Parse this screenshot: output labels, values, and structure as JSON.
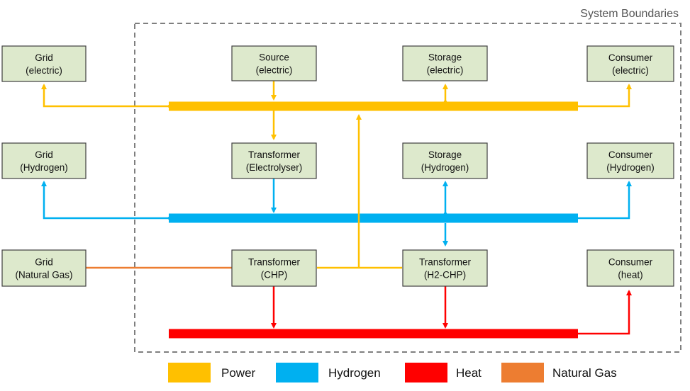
{
  "boundary": {
    "label": "System Boundaries"
  },
  "colors": {
    "power": "#ffc000",
    "hydrogen": "#00b0f0",
    "heat": "#ff0000",
    "natural_gas": "#ed7d31",
    "node_fill": "#dde9cc"
  },
  "nodes": {
    "grid_electric": [
      "Grid",
      "(electric)"
    ],
    "source_electric": [
      "Source",
      "(electric)"
    ],
    "storage_electric": [
      "Storage",
      "(electric)"
    ],
    "consumer_electric": [
      "Consumer",
      "(electric)"
    ],
    "grid_hydrogen": [
      "Grid",
      "(Hydrogen)"
    ],
    "transformer_electrolyser": [
      "Transformer",
      "(Electrolyser)"
    ],
    "storage_hydrogen": [
      "Storage",
      "(Hydrogen)"
    ],
    "consumer_hydrogen": [
      "Consumer",
      "(Hydrogen)"
    ],
    "grid_natural_gas": [
      "Grid",
      "(Natural Gas)"
    ],
    "transformer_chp": [
      "Transformer",
      "(CHP)"
    ],
    "transformer_h2_chp": [
      "Transformer",
      "(H2-CHP)"
    ],
    "consumer_heat": [
      "Consumer",
      "(heat)"
    ]
  },
  "legend": [
    {
      "label": "Power",
      "color": "#ffc000"
    },
    {
      "label": "Hydrogen",
      "color": "#00b0f0"
    },
    {
      "label": "Heat",
      "color": "#ff0000"
    },
    {
      "label": "Natural Gas",
      "color": "#ed7d31"
    }
  ]
}
